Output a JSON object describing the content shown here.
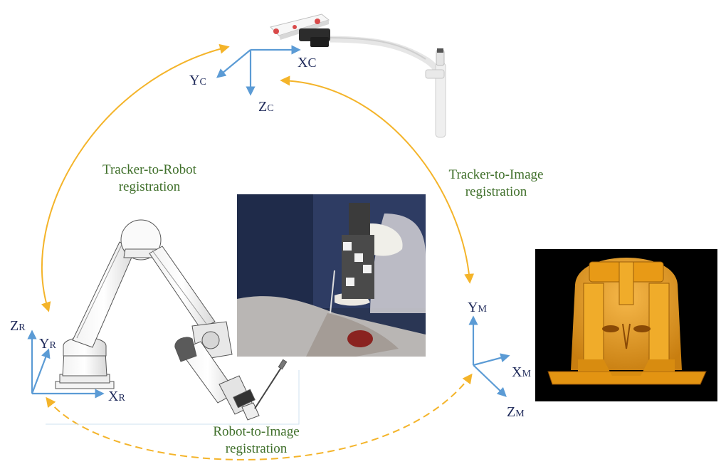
{
  "colors": {
    "arrow_orange": "#f4b42a",
    "axis_blue": "#5b9bd5",
    "axis_text": "#1f2a5a",
    "label_green": "#3f6f2a",
    "skull_orange": "#e8a018"
  },
  "registrations": {
    "tracker_robot": {
      "line1": "Tracker-to-Robot",
      "line2": "registration"
    },
    "tracker_image": {
      "line1": "Tracker-to-Image",
      "line2": "registration"
    },
    "robot_image": {
      "line1": "Robot-to-Image",
      "line2": "registration"
    }
  },
  "frames": {
    "camera": {
      "x_main": "X",
      "x_sub": "C",
      "y_main": "Y",
      "y_sub": "C",
      "z_main": "Z",
      "z_sub": "C"
    },
    "robot": {
      "x_main": "X",
      "x_sub": "R",
      "y_main": "Y",
      "y_sub": "R",
      "z_main": "Z",
      "z_sub": "R"
    },
    "model": {
      "x_main": "X",
      "x_sub": "M",
      "y_main": "Y",
      "y_sub": "M",
      "z_main": "Z",
      "z_sub": "M"
    }
  },
  "icons": {
    "tracker": "optical-tracker-camera-icon",
    "robot": "robot-arm-drawing-icon",
    "surgery": "surgery-photo-icon",
    "skull": "skull-model-render-icon"
  }
}
